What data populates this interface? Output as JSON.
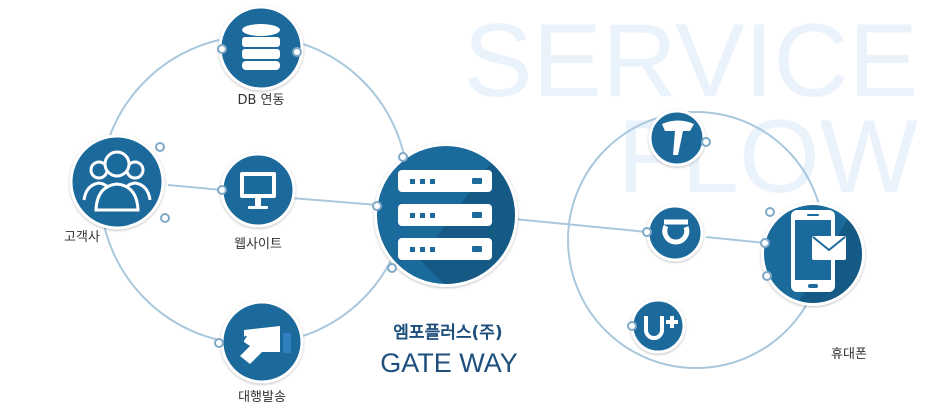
{
  "watermark": {
    "line1": "SERVICE",
    "line2": "FLOW"
  },
  "colors": {
    "line": "#a9c8dc",
    "node_fill": "#1b6a9c",
    "node_fill_dark": "#124e77",
    "node_ring": "#ffffff",
    "dot_fill": "#ffffff",
    "dot_stroke": "#7fa9c6",
    "label": "#333333",
    "title": "#1e4f7c",
    "watermark": "#eaf2fb"
  },
  "nodes": {
    "db": {
      "label": "DB 연동",
      "icon": "database-icon"
    },
    "customer": {
      "label": "고객사",
      "icon": "users-icon"
    },
    "website": {
      "label": "웹사이트",
      "icon": "monitor-icon"
    },
    "agency": {
      "label": "대행발송",
      "icon": "hand-send-icon"
    },
    "gateway": {
      "company": "엠포플러스(주)",
      "title": "GATE WAY",
      "icon": "server-icon"
    },
    "carrier_sk": {
      "icon": "sk-telecom-logo-icon"
    },
    "carrier_olleh": {
      "icon": "olleh-kt-logo-icon"
    },
    "carrier_uplus": {
      "icon": "lg-uplus-logo-icon"
    },
    "phone": {
      "label": "휴대폰",
      "icon": "smartphone-message-icon"
    }
  }
}
